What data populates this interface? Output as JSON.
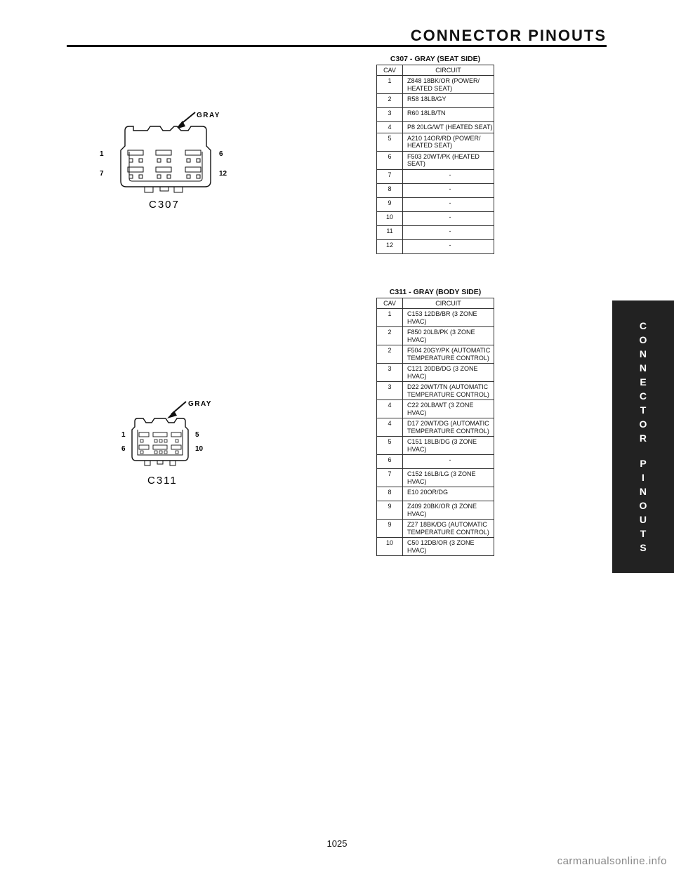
{
  "header": {
    "title": "CONNECTOR PINOUTS"
  },
  "side_tab": {
    "letters_1": [
      "C",
      "O",
      "N",
      "N",
      "E",
      "C",
      "T",
      "O",
      "R"
    ],
    "letters_2": [
      "P",
      "I",
      "N",
      "O",
      "U",
      "T",
      "S"
    ]
  },
  "c307": {
    "diagram": {
      "color_label": "GRAY",
      "name": "C307",
      "pin_tl": "1",
      "pin_bl": "7",
      "pin_tr": "6",
      "pin_br": "12"
    },
    "table": {
      "title": "C307 - GRAY (SEAT SIDE)",
      "headers": [
        "CAV",
        "CIRCUIT"
      ],
      "rows": [
        {
          "cav": "1",
          "circuit": "Z848 18BK/OR (POWER/ HEATED SEAT)"
        },
        {
          "cav": "2",
          "circuit": "R58 18LB/GY"
        },
        {
          "cav": "3",
          "circuit": "R60 18LB/TN"
        },
        {
          "cav": "4",
          "circuit": "P8 20LG/WT (HEATED SEAT)"
        },
        {
          "cav": "5",
          "circuit": "A210 14OR/RD (POWER/ HEATED SEAT)"
        },
        {
          "cav": "6",
          "circuit": "F503 20WT/PK (HEATED SEAT)"
        },
        {
          "cav": "7",
          "circuit": "-"
        },
        {
          "cav": "8",
          "circuit": "-"
        },
        {
          "cav": "9",
          "circuit": "-"
        },
        {
          "cav": "10",
          "circuit": "-"
        },
        {
          "cav": "11",
          "circuit": "-"
        },
        {
          "cav": "12",
          "circuit": "-"
        }
      ]
    }
  },
  "c311": {
    "diagram": {
      "color_label": "GRAY",
      "name": "C311",
      "pin_tl": "1",
      "pin_bl": "6",
      "pin_tr": "5",
      "pin_br": "10"
    },
    "table": {
      "title": "C311 - GRAY (BODY SIDE)",
      "headers": [
        "CAV",
        "CIRCUIT"
      ],
      "rows": [
        {
          "cav": "1",
          "circuit": "C153 12DB/BR (3 ZONE HVAC)"
        },
        {
          "cav": "2",
          "circuit": "F850 20LB/PK (3 ZONE HVAC)"
        },
        {
          "cav": "2",
          "circuit": "F504 20GY/PK (AUTOMATIC TEMPERATURE CONTROL)"
        },
        {
          "cav": "3",
          "circuit": "C121 20DB/DG (3 ZONE HVAC)"
        },
        {
          "cav": "3",
          "circuit": "D22 20WT/TN (AUTOMATIC TEMPERATURE CONTROL)"
        },
        {
          "cav": "4",
          "circuit": "C22 20LB/WT (3 ZONE HVAC)"
        },
        {
          "cav": "4",
          "circuit": "D17 20WT/DG (AUTOMATIC TEMPERATURE CONTROL)"
        },
        {
          "cav": "5",
          "circuit": "C151 18LB/DG (3 ZONE HVAC)"
        },
        {
          "cav": "6",
          "circuit": "-"
        },
        {
          "cav": "7",
          "circuit": "C152 16LB/LG (3 ZONE HVAC)"
        },
        {
          "cav": "8",
          "circuit": "E10 20OR/DG"
        },
        {
          "cav": "9",
          "circuit": "Z409 20BK/OR (3 ZONE HVAC)"
        },
        {
          "cav": "9",
          "circuit": "Z27 18BK/DG (AUTOMATIC TEMPERATURE CONTROL)"
        },
        {
          "cav": "10",
          "circuit": "C50 12DB/OR (3 ZONE HVAC)"
        }
      ]
    }
  },
  "footer": {
    "page_number": "1025",
    "watermark": "carmanualsonline.info"
  }
}
